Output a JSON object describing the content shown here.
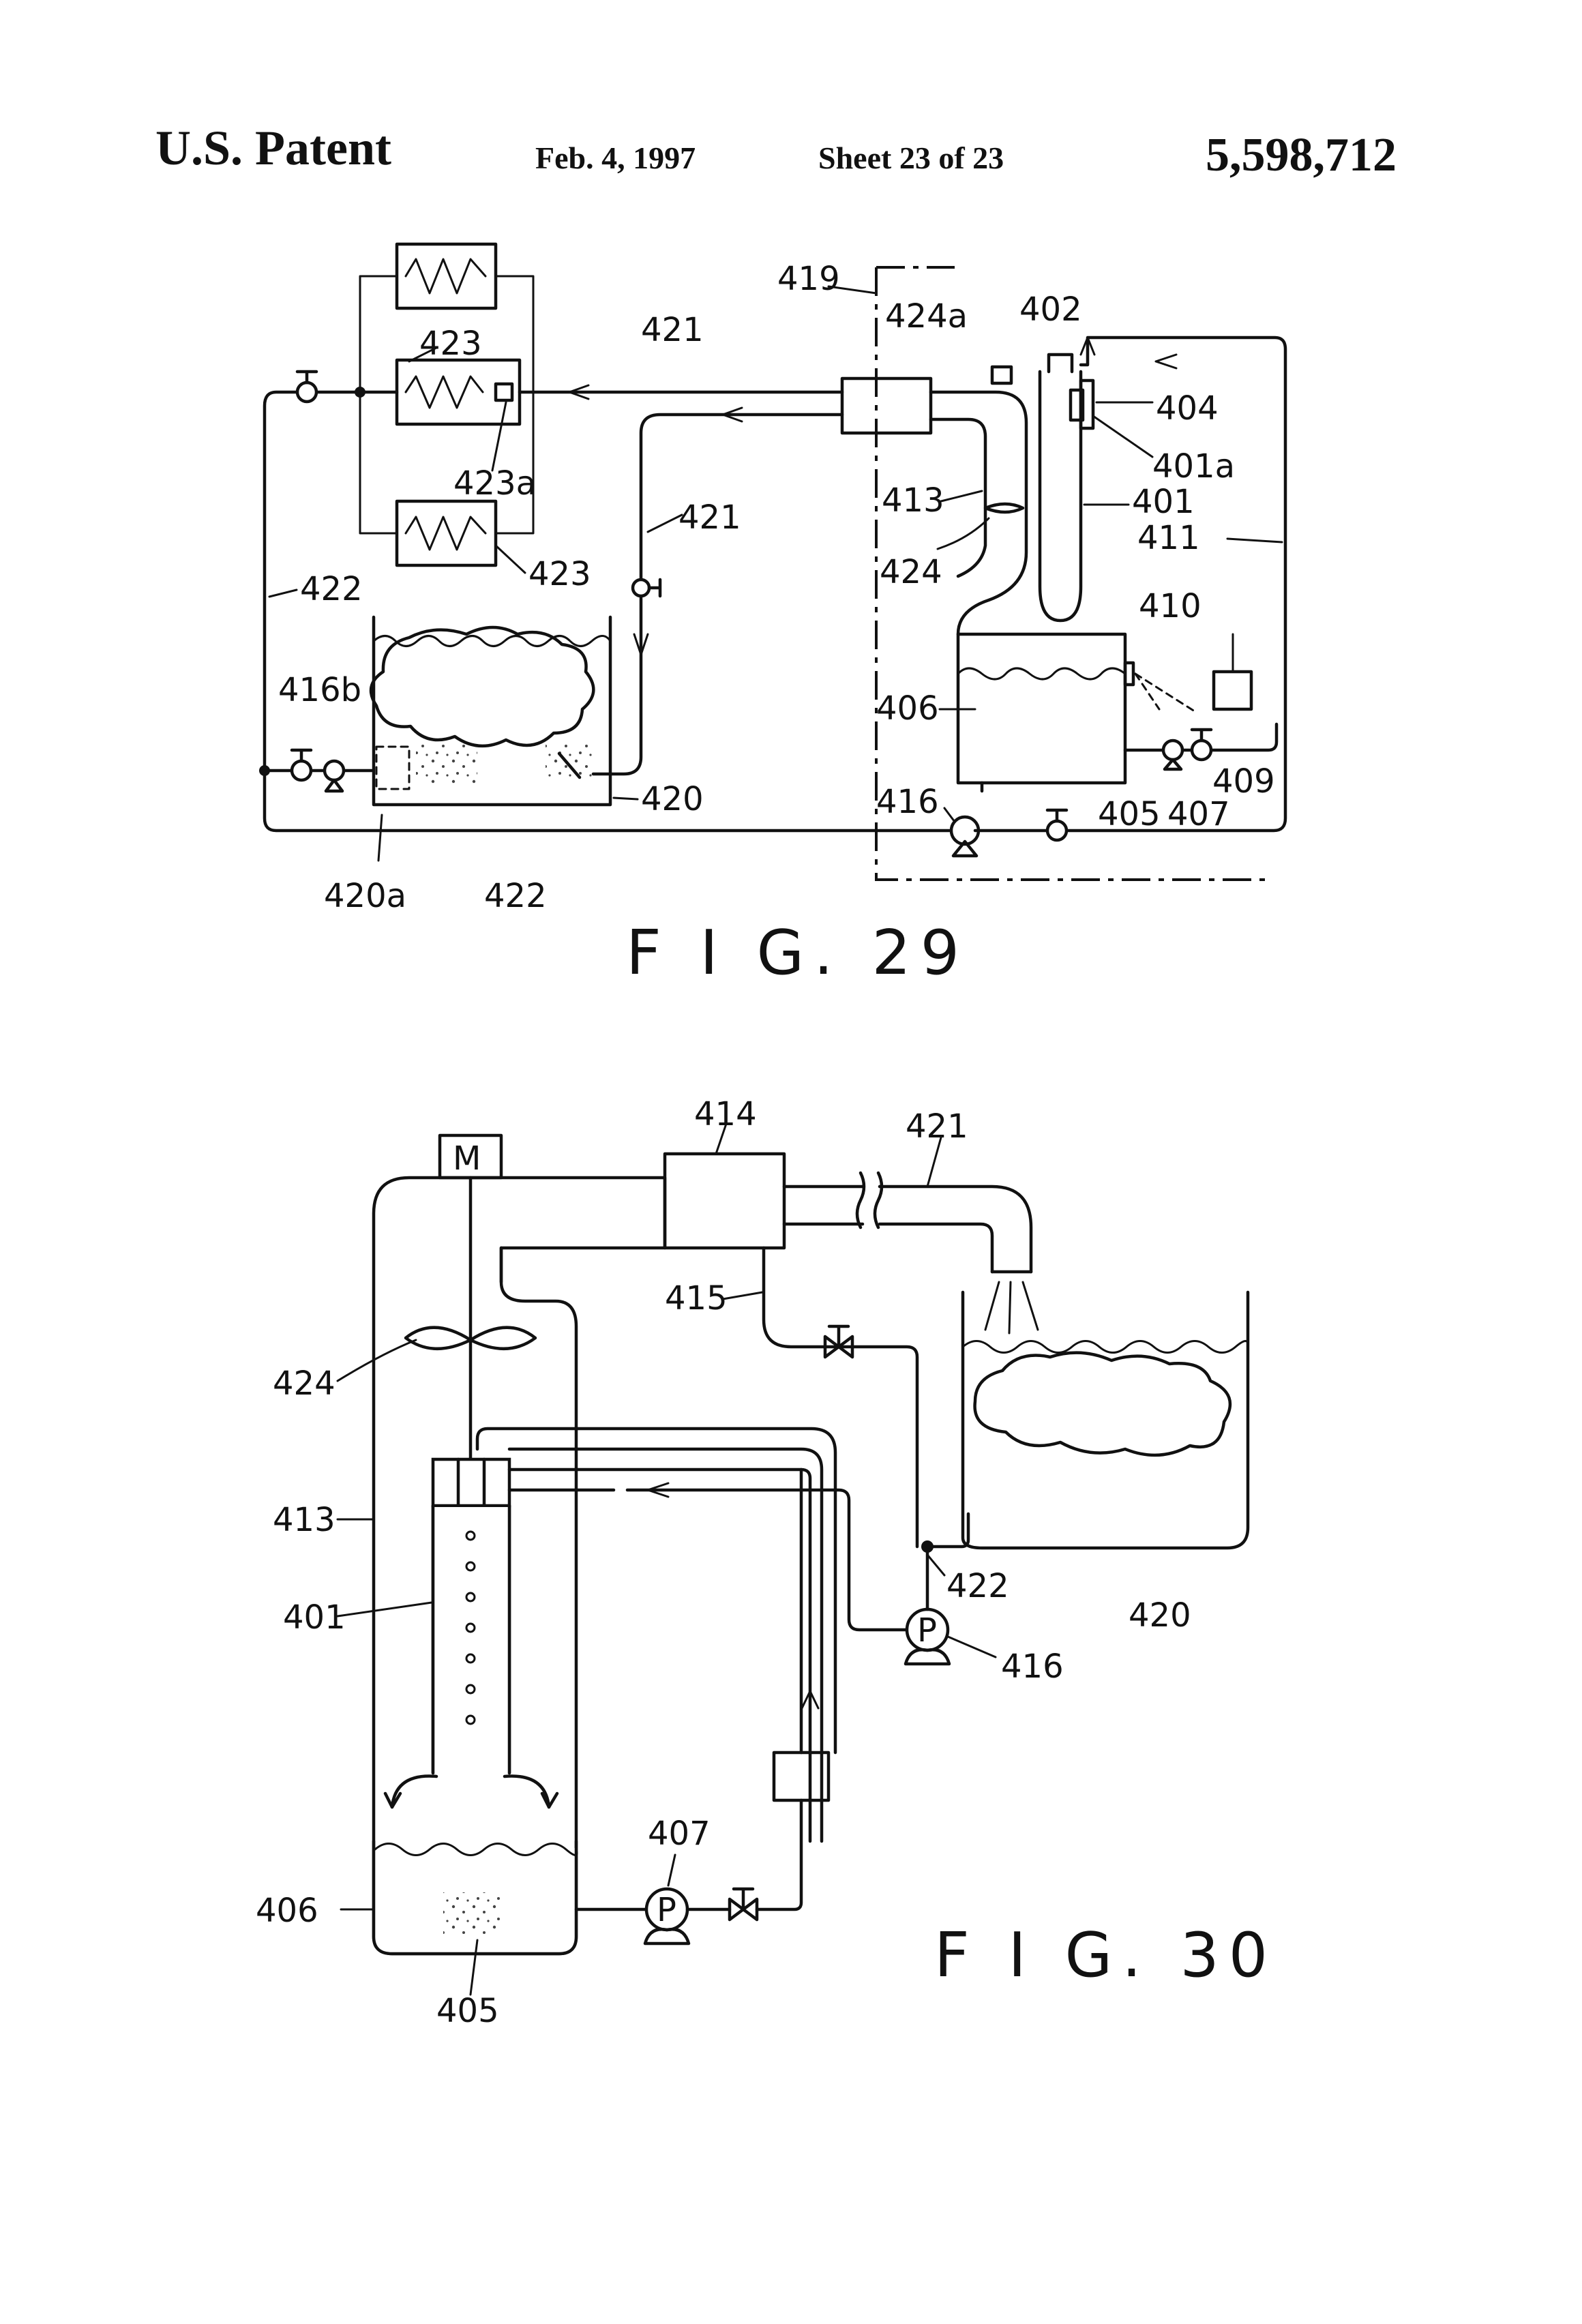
{
  "header": {
    "patent": "U.S. Patent",
    "date": "Feb. 4, 1997",
    "sheet": "Sheet 23 of 23",
    "number": "5,598,712"
  },
  "fig29": {
    "caption": "F I G. 29",
    "labels": {
      "l419": "419",
      "l424a": "424a",
      "l402": "402",
      "l421a": "421",
      "l404": "404",
      "l423top": "423",
      "l401a": "401a",
      "l401": "401",
      "l413": "413",
      "l423a": "423a",
      "l421b": "421",
      "l411": "411",
      "l424": "424",
      "l423bot": "423",
      "l422": "422",
      "l410": "410",
      "l416b": "416b",
      "l406": "406",
      "l409": "409",
      "l420": "420",
      "l416": "416",
      "l405": "405",
      "l407": "407",
      "l420a": "420a",
      "l422b": "422"
    }
  },
  "fig30": {
    "caption": "F I G. 30",
    "motor": "M",
    "pump": "P",
    "labels": {
      "l414": "414",
      "l421": "421",
      "l415": "415",
      "l424": "424",
      "l413": "413",
      "l401": "401",
      "l422": "422",
      "l420": "420",
      "l416": "416",
      "l407": "407",
      "l406": "406",
      "l405": "405"
    }
  }
}
